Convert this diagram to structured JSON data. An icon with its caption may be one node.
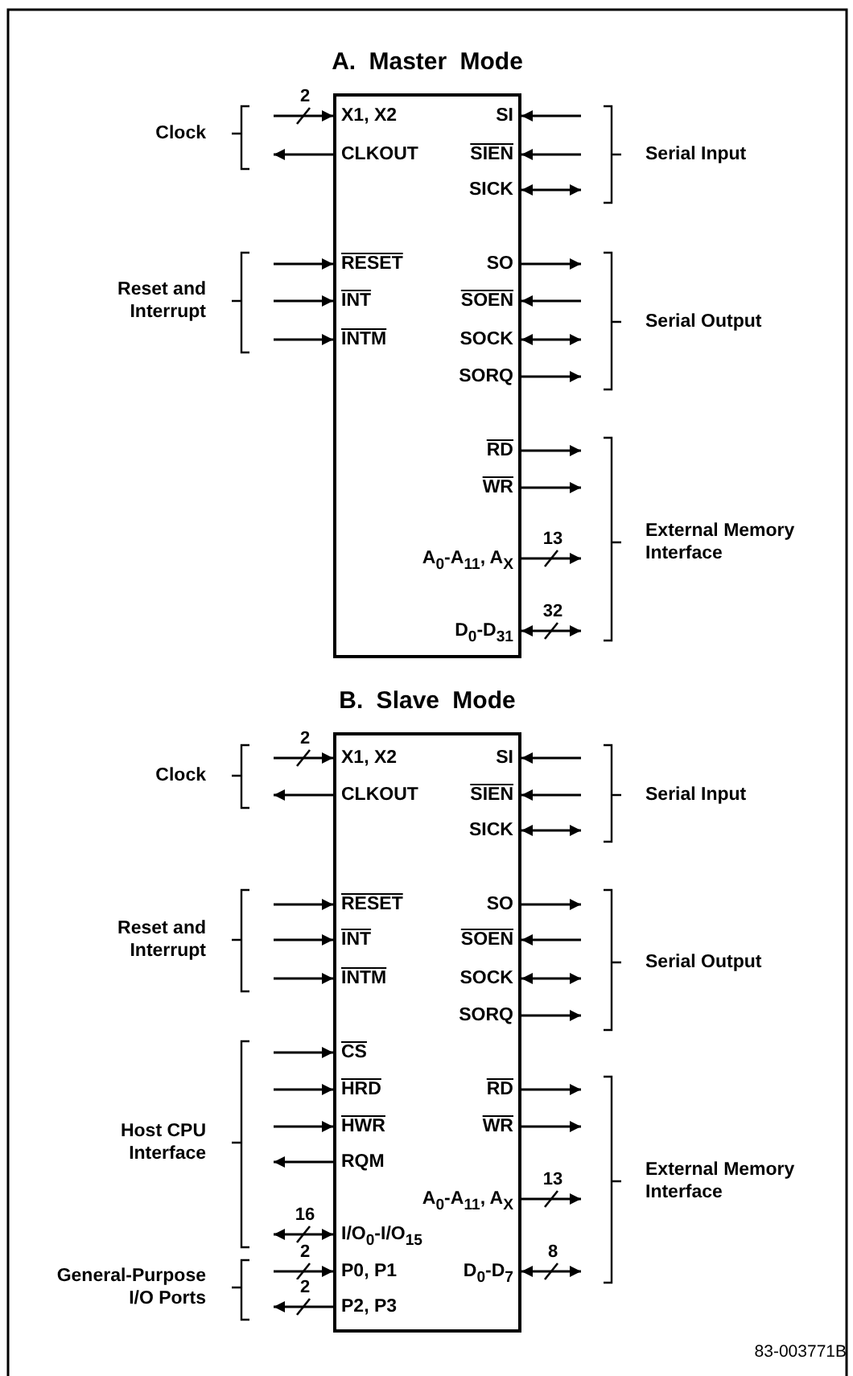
{
  "diagram": {
    "nodes": [
      {
        "text": [
          "A. Master Mode"
        ]
      },
      {
        "text": [
          "X1, X2"
        ],
        "in": 0
      },
      {
        "text": [
          "SI"
        ],
        "in": 0
      },
      {
        "text": [
          "CLKOUT"
        ],
        "in": 0
      },
      {
        "text": [
          "SIEN"
        ],
        "in": 0
      },
      {
        "text": [
          "SICK"
        ],
        "in": 0
      },
      {
        "text": [
          "RESET"
        ],
        "in": 0
      },
      {
        "text": [
          "SO"
        ],
        "in": 0
      },
      {
        "text": [
          "INT"
        ],
        "in": 0
      },
      {
        "text": [
          "SOEN"
        ],
        "in": 0
      },
      {
        "text": [
          "INTM"
        ],
        "in": 0
      },
      {
        "text": [
          "SOCK"
        ],
        "in": 0
      },
      {
        "text": [
          "SORQ"
        ],
        "in": 0
      },
      {
        "text": [
          "RD"
        ],
        "in": 0
      },
      {
        "text": [
          "WR"
        ],
        "in": 0
      },
      {
        "text": [
          "A$_{0}$-A$_{11}$, A$_{X}$"
        ],
        "in": 0
      },
      {
        "text": [
          "D$_{0}$-D$_{31}$"
        ],
        "in": 0
      },
      {
        "text": [
          "B. Slave Mode"
        ]
      },
      {
        "text": [
          "X1, X2"
        ],
        "in": 17
      },
      {
        "text": [
          "SI"
        ],
        "in": 17
      },
      {
        "text": [
          "CLKOUT"
        ],
        "in": 17
      },
      {
        "text": [
          "SIEN"
        ],
        "in": 17
      },
      {
        "text": [
          "SICK"
        ],
        "in": 17
      },
      {
        "text": [
          "RESET"
        ],
        "in": 17
      },
      {
        "text": [
          "SO"
        ],
        "in": 17
      },
      {
        "text": [
          "INT"
        ],
        "in": 17
      },
      {
        "text": [
          "SOEN"
        ],
        "in": 17
      },
      {
        "text": [
          "INTM"
        ],
        "in": 17
      },
      {
        "text": [
          "SOCK"
        ],
        "in": 17
      },
      {
        "text": [
          "SORQ"
        ],
        "in": 17
      },
      {
        "text": [
          "CS"
        ],
        "in": 17
      },
      {
        "text": [
          "HRD"
        ],
        "in": 17
      },
      {
        "text": [
          "RD"
        ],
        "in": 17
      },
      {
        "text": [
          "HWR"
        ],
        "in": 17
      },
      {
        "text": [
          "WR"
        ],
        "in": 17
      },
      {
        "text": [
          "RQM"
        ],
        "in": 17
      },
      {
        "text": [
          "A$_{0}$-A$_{11}$, A$_{X}$"
        ],
        "in": 17
      },
      {
        "text": [
          "I/O$_{0}$-I/O$_{15}$"
        ],
        "in": 17
      },
      {
        "text": [
          "P0, P1"
        ],
        "in": 17
      },
      {
        "text": [
          "D$_{0}$-D$_{7}$"
        ],
        "in": 17
      },
      {
        "text": [
          "P2, P3"
        ],
        "in": 17
      }
    ],
    "edges": [
      {
        "from": null,
        "to": 1,
        "arrow": "to",
        "label": "2"
      },
      {
        "from": null,
        "to": 2,
        "arrow": "to"
      },
      {
        "from": 3,
        "to": null,
        "arrow": "to"
      },
      {
        "from": null,
        "to": 4,
        "arrow": "to"
      },
      {
        "from": 5,
        "to": null,
        "arrow": "both"
      },
      {
        "from": null,
        "to": 6,
        "arrow": "to"
      },
      {
        "from": 7,
        "to": null,
        "arrow": "to"
      },
      {
        "from": null,
        "to": 8,
        "arrow": "to"
      },
      {
        "from": null,
        "to": 9,
        "arrow": "to"
      },
      {
        "from": null,
        "to": 10,
        "arrow": "to"
      },
      {
        "from": 11,
        "to": null,
        "arrow": "both"
      },
      {
        "from": 12,
        "to": null,
        "arrow": "to"
      },
      {
        "from": 13,
        "to": null,
        "arrow": "to"
      },
      {
        "from": 14,
        "to": null,
        "arrow": "to"
      },
      {
        "from": 15,
        "to": null,
        "arrow": "to",
        "label": "13"
      },
      {
        "from": 16,
        "to": null,
        "arrow": "both",
        "label": "32"
      },
      {
        "from": null,
        "to": 18,
        "arrow": "to",
        "label": "2"
      },
      {
        "from": null,
        "to": 19,
        "arrow": "to"
      },
      {
        "from": 20,
        "to": null,
        "arrow": "to"
      },
      {
        "from": null,
        "to": 21,
        "arrow": "to"
      },
      {
        "from": 22,
        "to": null,
        "arrow": "both"
      },
      {
        "from": null,
        "to": 23,
        "arrow": "to"
      },
      {
        "from": 24,
        "to": null,
        "arrow": "to"
      },
      {
        "from": null,
        "to": 25,
        "arrow": "to"
      },
      {
        "from": null,
        "to": 26,
        "arrow": "to"
      },
      {
        "from": null,
        "to": 27,
        "arrow": "to"
      },
      {
        "from": 28,
        "to": null,
        "arrow": "both"
      },
      {
        "from": 29,
        "to": null,
        "arrow": "to"
      },
      {
        "from": null,
        "to": 30,
        "arrow": "to"
      },
      {
        "from": null,
        "to": 31,
        "arrow": "to"
      },
      {
        "from": 32,
        "to": null,
        "arrow": "to"
      },
      {
        "from": null,
        "to": 33,
        "arrow": "to"
      },
      {
        "from": 34,
        "to": null,
        "arrow": "to"
      },
      {
        "from": 35,
        "to": null,
        "arrow": "to"
      },
      {
        "from": 36,
        "to": null,
        "arrow": "to",
        "label": "13"
      },
      {
        "from": 37,
        "to": null,
        "arrow": "both",
        "label": "16"
      },
      {
        "from": null,
        "to": 38,
        "arrow": "to",
        "label": "2"
      },
      {
        "from": 39,
        "to": null,
        "arrow": "both",
        "label": "8"
      },
      {
        "from": 40,
        "to": null,
        "arrow": "to",
        "label": "2"
      }
    ],
    "labels": [
      "Clock",
      "Serial Input",
      "Reset and Interrupt",
      "Serial Output",
      "External Memory Interface",
      "Clock",
      "Serial Input",
      "Reset and Interrupt",
      "Serial Output",
      "Host CPU Interface",
      "External Memory Interface",
      "General-Purpose I/O Ports",
      "83-003771B"
    ]
  }
}
